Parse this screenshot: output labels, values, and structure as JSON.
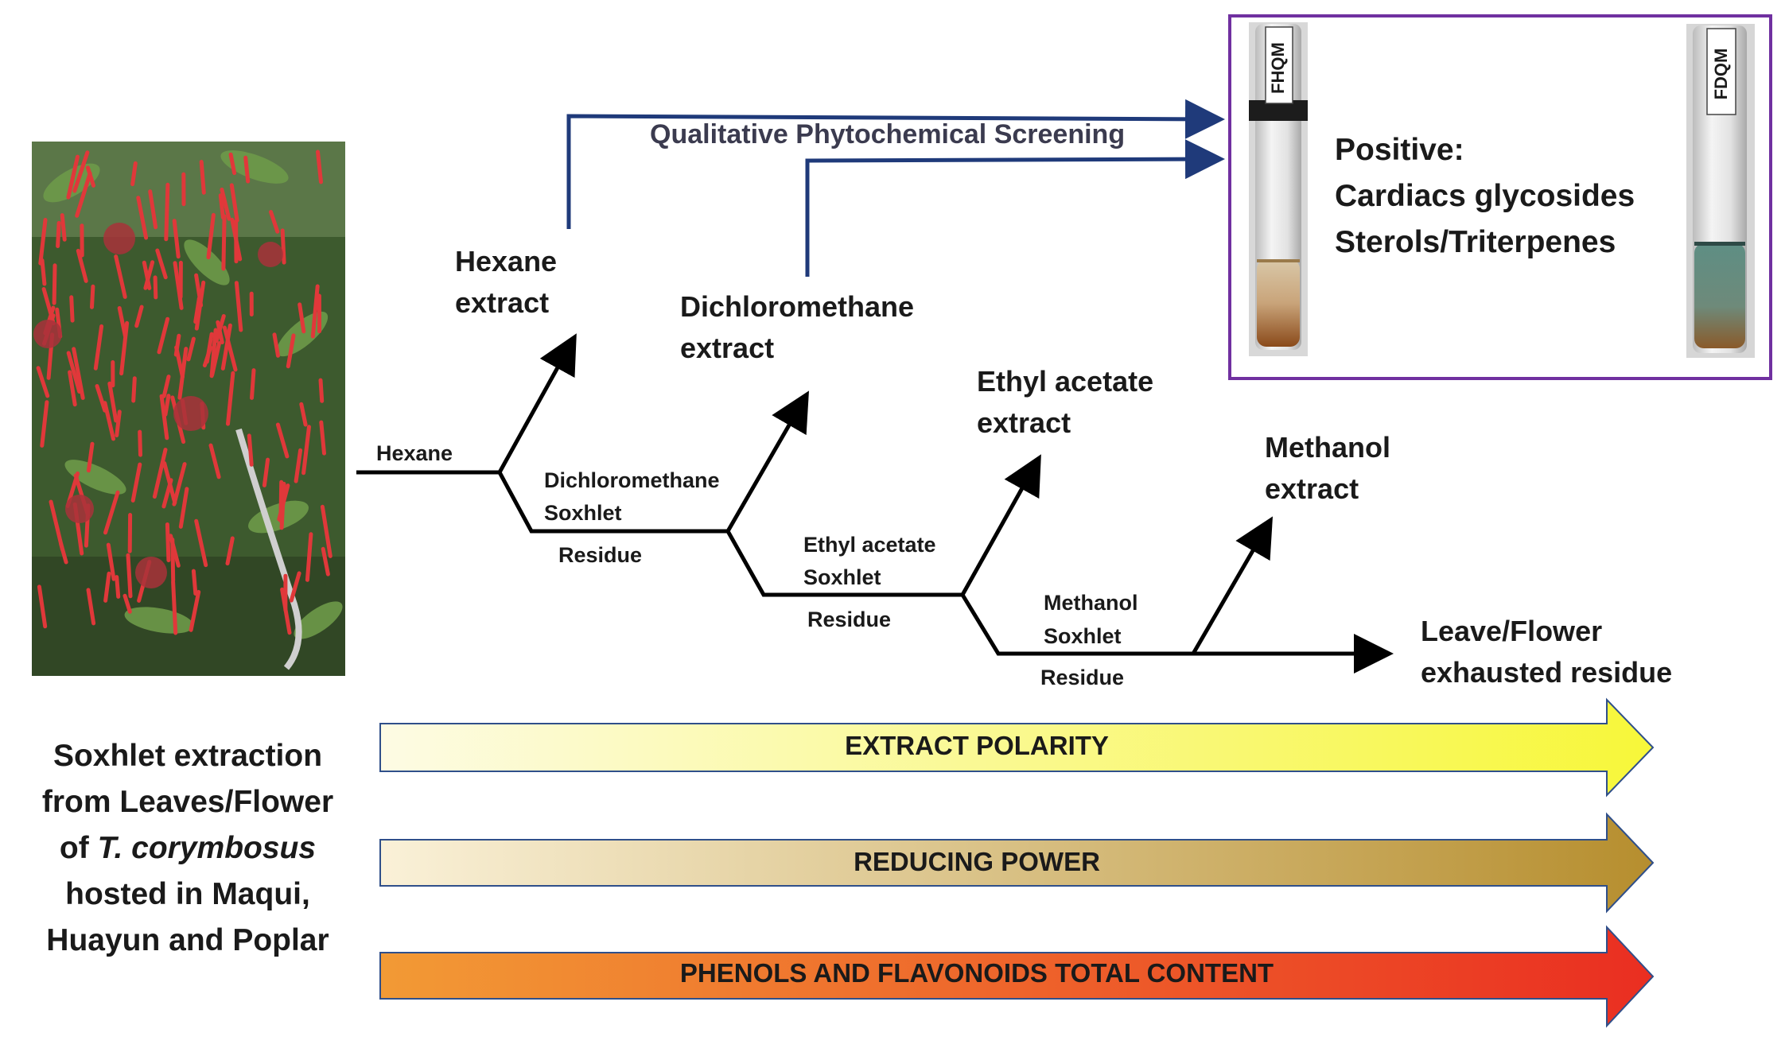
{
  "figure": {
    "caption": {
      "line1": "Soxhlet extraction",
      "line2": "from Leaves/Flower",
      "line3_prefix": "of ",
      "line3_species": "T. corymbosus",
      "line4": "hosted in Maqui,",
      "line5": "Huayun and Poplar"
    },
    "screening": {
      "label": "Qualitative Phytochemical Screening",
      "result_title": "Positive:",
      "result_line1": "Cardiacs glycosides",
      "result_line2": "Sterols/Triterpenes",
      "tube_left_label": "FHQM",
      "tube_right_label": "FDQM",
      "box_border_color": "#7030a0"
    },
    "solvents": {
      "hexane": "Hexane",
      "dcm_soxhlet_1": "Dichloromethane",
      "dcm_soxhlet_2": "Soxhlet",
      "ea_soxhlet_1": "Ethyl acetate",
      "ea_soxhlet_2": "Soxhlet",
      "meoh_soxhlet_1": "Methanol",
      "meoh_soxhlet_2": "Soxhlet"
    },
    "residues": [
      "Residue",
      "Residue",
      "Residue"
    ],
    "extracts": {
      "hexane_1": "Hexane",
      "hexane_2": "extract",
      "dcm_1": "Dichloromethane",
      "dcm_2": "extract",
      "ea_1": "Ethyl acetate",
      "ea_2": "extract",
      "meoh_1": "Methanol",
      "meoh_2": "extract",
      "final_1": "Leave/Flower",
      "final_2": "exhausted residue"
    },
    "gradient_arrows": [
      {
        "label": "EXTRACT POLARITY",
        "color_start": "#fdfbe4",
        "color_end": "#f7f739"
      },
      {
        "label": "REDUCING POWER",
        "color_start": "#faf1d8",
        "color_end": "#b68e2e"
      },
      {
        "label": "PHENOLS AND FLAVONOIDS TOTAL CONTENT",
        "color_start": "#f29a35",
        "color_end": "#ea2e21"
      }
    ],
    "colors": {
      "flow_line": "#000000",
      "screening_arrow": "#1f3a7a"
    }
  }
}
